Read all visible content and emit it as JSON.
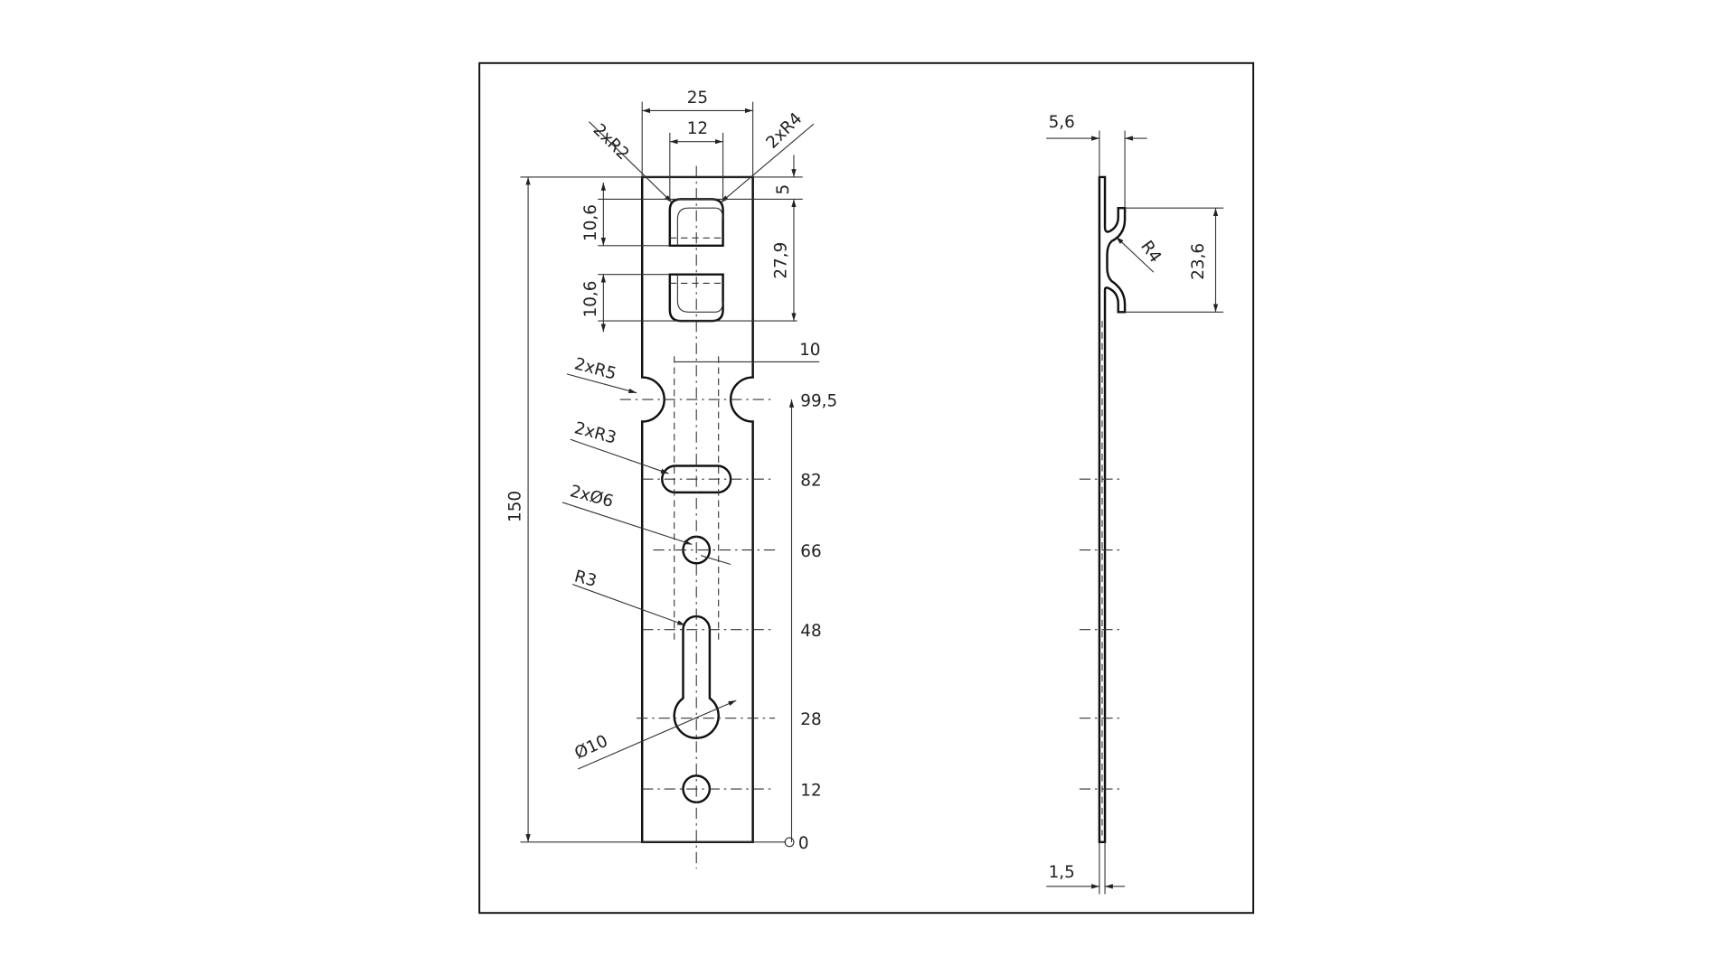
{
  "drawing": {
    "front_view": {
      "width_total": "25",
      "slot_width": "12",
      "corner_radius_left": "2xR2",
      "corner_radius_right": "2xR4",
      "top_offset": "5",
      "window_height_1": "10,6",
      "window_height_2": "10,6",
      "windows_span": "27,9",
      "inner_width": "10",
      "notch_radius": "2xR5",
      "slot_radius": "2xR3",
      "hole_diameter": "2xØ6",
      "keyhole_radius": "R3",
      "keyhole_diameter": "Ø10",
      "overall_height": "150",
      "ordinates": [
        "99,5",
        "82",
        "66",
        "48",
        "28",
        "12",
        "0"
      ]
    },
    "side_view": {
      "offset": "5,6",
      "bend_radius": "R4",
      "bend_height": "23,6",
      "thickness": "1,5"
    }
  }
}
